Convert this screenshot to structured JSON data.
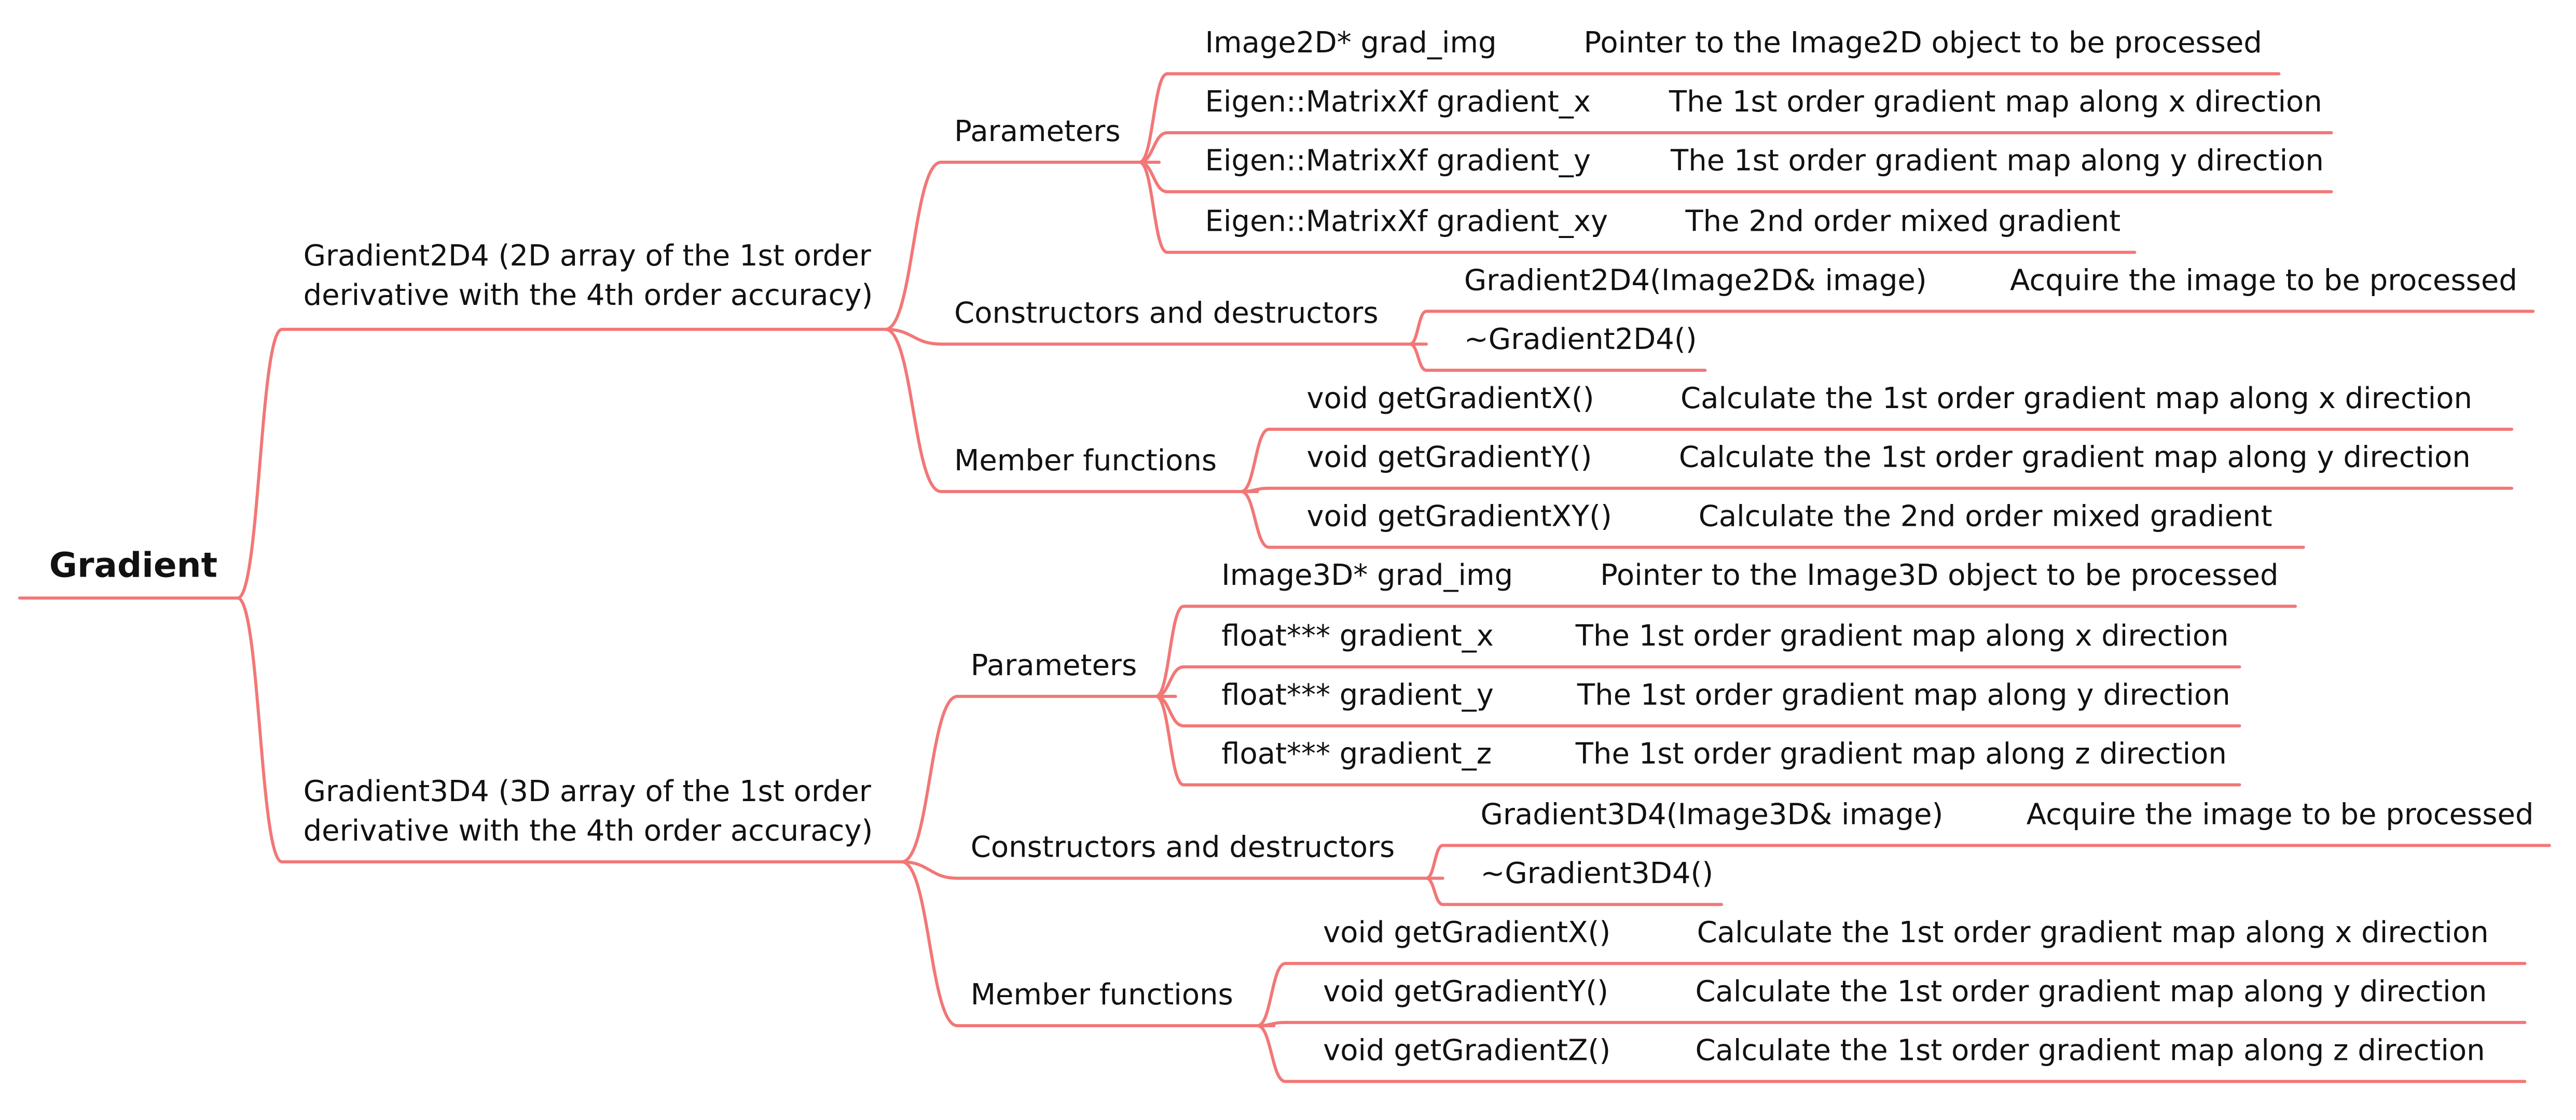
{
  "colors": {
    "branch": "#F27777",
    "text": "#111111",
    "background": "#FFFFFF"
  },
  "root": {
    "label": "Gradient",
    "children": [
      {
        "label": [
          "Gradient2D4 (2D array of the 1st order",
          "derivative with the 4th order accuracy)"
        ],
        "children": [
          {
            "label": "Parameters",
            "items": [
              {
                "name": "Image2D* grad_img",
                "desc": "Pointer to the Image2D object to be processed"
              },
              {
                "name": "Eigen::MatrixXf gradient_x",
                "desc": "The 1st order gradient map along x direction"
              },
              {
                "name": "Eigen::MatrixXf gradient_y",
                "desc": "The 1st order gradient map along y direction"
              },
              {
                "name": "Eigen::MatrixXf gradient_xy",
                "desc": "The 2nd order mixed gradient"
              }
            ]
          },
          {
            "label": "Constructors and destructors",
            "items": [
              {
                "name": "Gradient2D4(Image2D& image)",
                "desc": "Acquire the image to be processed"
              },
              {
                "name": "~Gradient2D4()"
              }
            ]
          },
          {
            "label": "Member functions",
            "items": [
              {
                "name": "void getGradientX()",
                "desc": "Calculate the 1st order gradient map along x direction"
              },
              {
                "name": "void getGradientY()",
                "desc": "Calculate the 1st order gradient map along y direction"
              },
              {
                "name": "void getGradientXY()",
                "desc": "Calculate the 2nd order mixed gradient"
              }
            ]
          }
        ]
      },
      {
        "label": [
          "Gradient3D4 (3D array of the 1st order",
          "derivative with the 4th order accuracy)"
        ],
        "children": [
          {
            "label": "Parameters",
            "items": [
              {
                "name": "Image3D* grad_img",
                "desc": "Pointer to the Image3D object to be processed"
              },
              {
                "name": "float*** gradient_x",
                "desc": "The 1st order gradient map along x direction"
              },
              {
                "name": "float*** gradient_y",
                "desc": "The 1st order gradient map along y direction"
              },
              {
                "name": "float*** gradient_z",
                "desc": "The 1st order gradient map along z direction"
              }
            ]
          },
          {
            "label": "Constructors and destructors",
            "items": [
              {
                "name": "Gradient3D4(Image3D& image)",
                "desc": "Acquire the image to be processed"
              },
              {
                "name": "~Gradient3D4()"
              }
            ]
          },
          {
            "label": "Member functions",
            "items": [
              {
                "name": "void getGradientX()",
                "desc": "Calculate the 1st order gradient map along x direction"
              },
              {
                "name": "void getGradientY()",
                "desc": "Calculate the 1st order gradient map along y direction"
              },
              {
                "name": "void getGradientZ()",
                "desc": "Calculate the 1st order gradient map along z direction"
              }
            ]
          }
        ]
      }
    ]
  }
}
